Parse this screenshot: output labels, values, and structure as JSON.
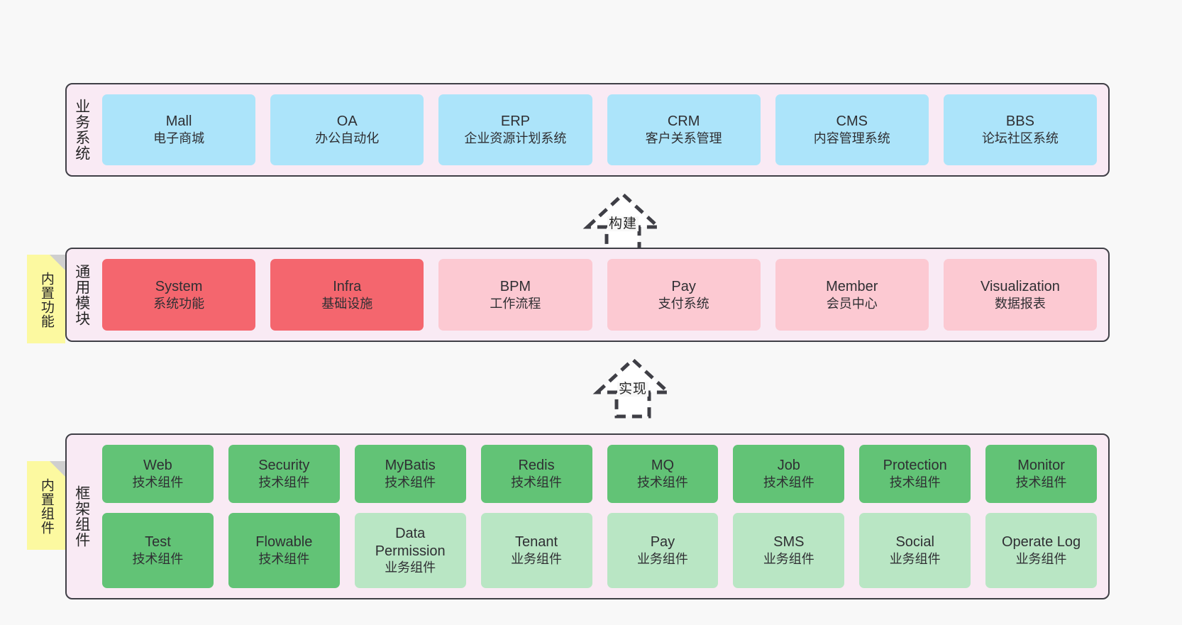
{
  "diagram": {
    "background": "#f8f8f8",
    "band_fill": "#f9eaf4",
    "band_border": "#3f3f46",
    "note_fill": "#fcf9a0",
    "colors": {
      "blue": "#ace4fa",
      "red": "#f4666e",
      "pink": "#fcc9d2",
      "green": "#62c376",
      "light_green": "#b9e6c4"
    }
  },
  "layers": [
    {
      "label": "业务系统",
      "rows": [
        [
          {
            "title": "Mall",
            "subtitle": "电子商城",
            "color": "blue"
          },
          {
            "title": "OA",
            "subtitle": "办公自动化",
            "color": "blue"
          },
          {
            "title": "ERP",
            "subtitle": "企业资源计划系统",
            "color": "blue"
          },
          {
            "title": "CRM",
            "subtitle": "客户关系管理",
            "color": "blue"
          },
          {
            "title": "CMS",
            "subtitle": "内容管理系统",
            "color": "blue"
          },
          {
            "title": "BBS",
            "subtitle": "论坛社区系统",
            "color": "blue"
          }
        ]
      ]
    },
    {
      "label": "通用模块",
      "note": "内置功能",
      "rows": [
        [
          {
            "title": "System",
            "subtitle": "系统功能",
            "color": "red"
          },
          {
            "title": "Infra",
            "subtitle": "基础设施",
            "color": "red"
          },
          {
            "title": "BPM",
            "subtitle": "工作流程",
            "color": "pink"
          },
          {
            "title": "Pay",
            "subtitle": "支付系统",
            "color": "pink"
          },
          {
            "title": "Member",
            "subtitle": "会员中心",
            "color": "pink"
          },
          {
            "title": "Visualization",
            "subtitle": "数据报表",
            "color": "pink"
          }
        ]
      ]
    },
    {
      "label": "框架组件",
      "note": "内置组件",
      "rows": [
        [
          {
            "title": "Web",
            "subtitle": "技术组件",
            "color": "green"
          },
          {
            "title": "Security",
            "subtitle": "技术组件",
            "color": "green"
          },
          {
            "title": "MyBatis",
            "subtitle": "技术组件",
            "color": "green"
          },
          {
            "title": "Redis",
            "subtitle": "技术组件",
            "color": "green"
          },
          {
            "title": "MQ",
            "subtitle": "技术组件",
            "color": "green"
          },
          {
            "title": "Job",
            "subtitle": "技术组件",
            "color": "green"
          },
          {
            "title": "Protection",
            "subtitle": "技术组件",
            "color": "green"
          },
          {
            "title": "Monitor",
            "subtitle": "技术组件",
            "color": "green"
          }
        ],
        [
          {
            "title": "Test",
            "subtitle": "技术组件",
            "color": "green"
          },
          {
            "title": "Flowable",
            "subtitle": "技术组件",
            "color": "green"
          },
          {
            "title": "Data Permission",
            "subtitle": "业务组件",
            "color": "light_green"
          },
          {
            "title": "Tenant",
            "subtitle": "业务组件",
            "color": "light_green"
          },
          {
            "title": "Pay",
            "subtitle": "业务组件",
            "color": "light_green"
          },
          {
            "title": "SMS",
            "subtitle": "业务组件",
            "color": "light_green"
          },
          {
            "title": "Social",
            "subtitle": "业务组件",
            "color": "light_green"
          },
          {
            "title": "Operate Log",
            "subtitle": "业务组件",
            "color": "light_green"
          }
        ]
      ]
    }
  ],
  "connectors": [
    {
      "label": "构建"
    },
    {
      "label": "实现"
    }
  ]
}
